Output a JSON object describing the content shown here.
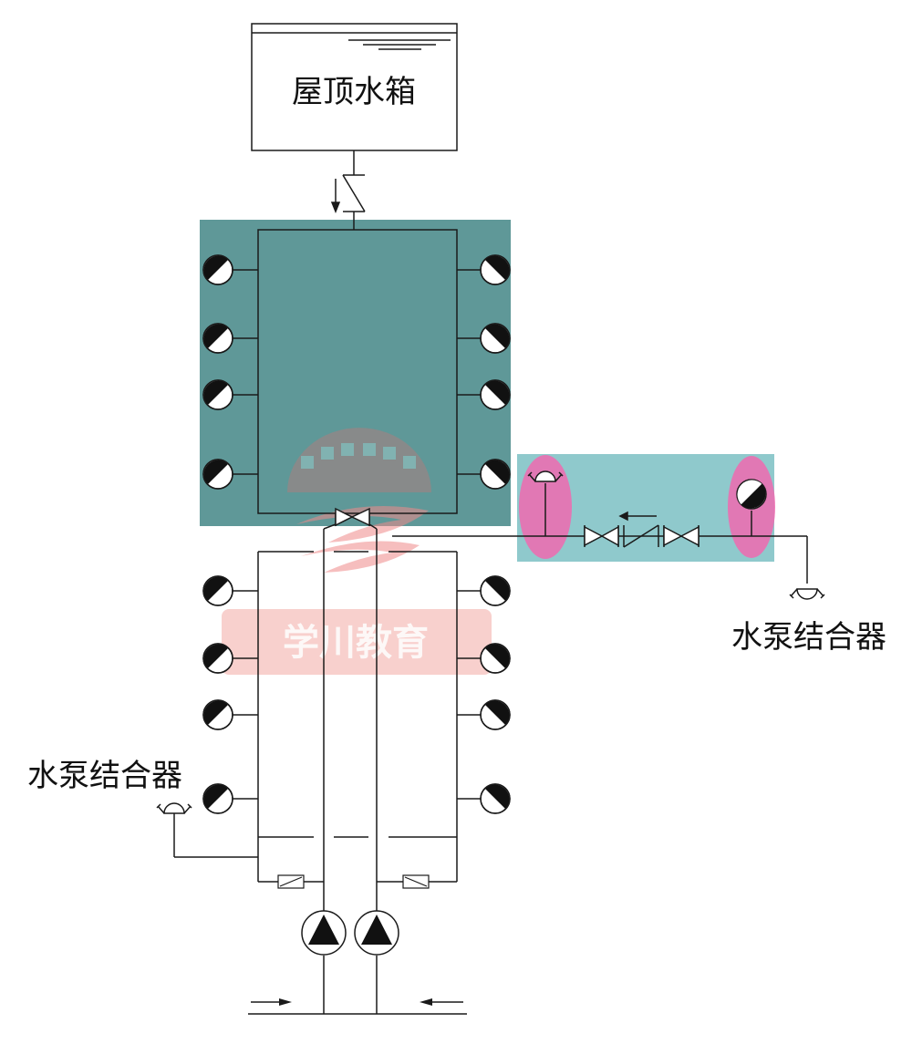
{
  "labels": {
    "roof_tank": "屋顶水箱",
    "pump_adapter_right": "水泵结合器",
    "pump_adapter_left": "水泵结合器"
  },
  "watermark": {
    "text": "学川教育"
  },
  "colors": {
    "upper_zone": "#5f9898",
    "connector_zone": "#8fc9cc",
    "highlight_oval": "#f06aaf",
    "watermark_band": "#f4b0ac",
    "line": "#1a1a1a"
  },
  "counts": {
    "upper_hydrants_per_side": 4,
    "lower_hydrants_per_side": 4,
    "pumps": 2
  }
}
